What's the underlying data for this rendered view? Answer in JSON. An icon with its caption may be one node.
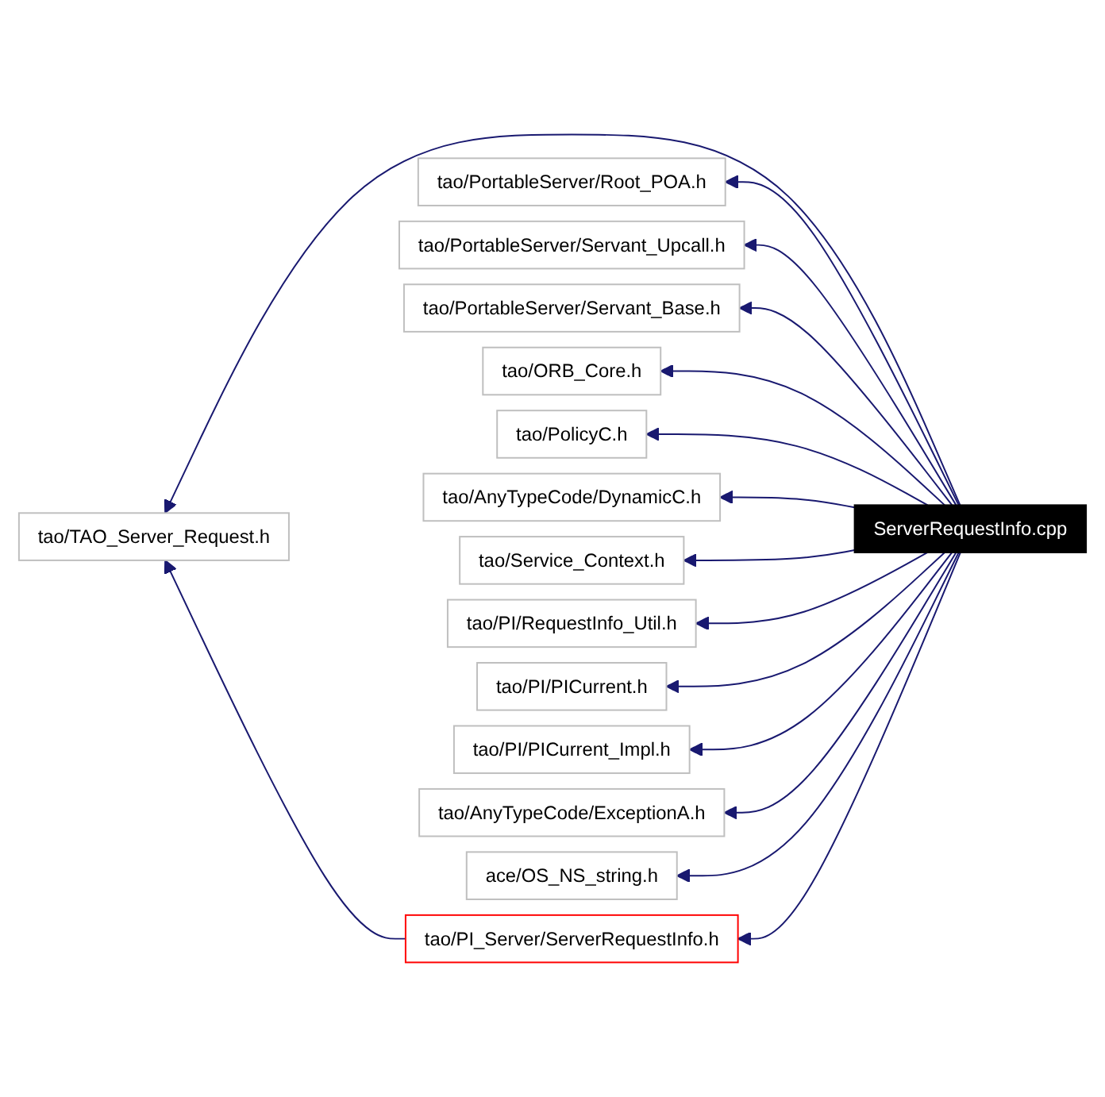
{
  "diagram": {
    "nodes": [
      {
        "text": [
          "tao/TAO_Server_Request.h"
        ]
      },
      {
        "text": [
          "tao/PI_Server/ServerRequestInfo.h"
        ]
      },
      {
        "text": [
          "tao/PortableServer/Root_POA.h"
        ]
      },
      {
        "text": [
          "tao/PortableServer/Servant_Upcall.h"
        ]
      },
      {
        "text": [
          "tao/PortableServer/Servant_Base.h"
        ]
      },
      {
        "text": [
          "tao/ORB_Core.h"
        ]
      },
      {
        "text": [
          "tao/PolicyC.h"
        ]
      },
      {
        "text": [
          "ServerRequestInfo.cpp"
        ]
      },
      {
        "text": [
          "tao/AnyTypeCode/DynamicC.h"
        ]
      },
      {
        "text": [
          "tao/Service_Context.h"
        ]
      },
      {
        "text": [
          "tao/PI/RequestInfo_Util.h"
        ]
      },
      {
        "text": [
          "tao/PI/PICurrent.h"
        ]
      },
      {
        "text": [
          "tao/PI/PICurrent_Impl.h"
        ]
      },
      {
        "text": [
          "tao/AnyTypeCode/ExceptionA.h"
        ]
      },
      {
        "text": [
          "ace/OS_NS_string.h"
        ]
      }
    ],
    "edges": [
      {
        "from": 7,
        "to": 0,
        "arrow": "to"
      },
      {
        "from": 7,
        "to": 1,
        "arrow": "to"
      },
      {
        "from": 1,
        "to": 0,
        "arrow": "to"
      },
      {
        "from": 7,
        "to": 2,
        "arrow": "to"
      },
      {
        "from": 7,
        "to": 3,
        "arrow": "to"
      },
      {
        "from": 7,
        "to": 4,
        "arrow": "to"
      },
      {
        "from": 7,
        "to": 5,
        "arrow": "to"
      },
      {
        "from": 7,
        "to": 6,
        "arrow": "to"
      },
      {
        "from": 7,
        "to": 8,
        "arrow": "to"
      },
      {
        "from": 7,
        "to": 9,
        "arrow": "to"
      },
      {
        "from": 7,
        "to": 10,
        "arrow": "to"
      },
      {
        "from": 7,
        "to": 11,
        "arrow": "to"
      },
      {
        "from": 7,
        "to": 12,
        "arrow": "to"
      },
      {
        "from": 7,
        "to": 13,
        "arrow": "to"
      },
      {
        "from": 7,
        "to": 14,
        "arrow": "to"
      }
    ]
  }
}
